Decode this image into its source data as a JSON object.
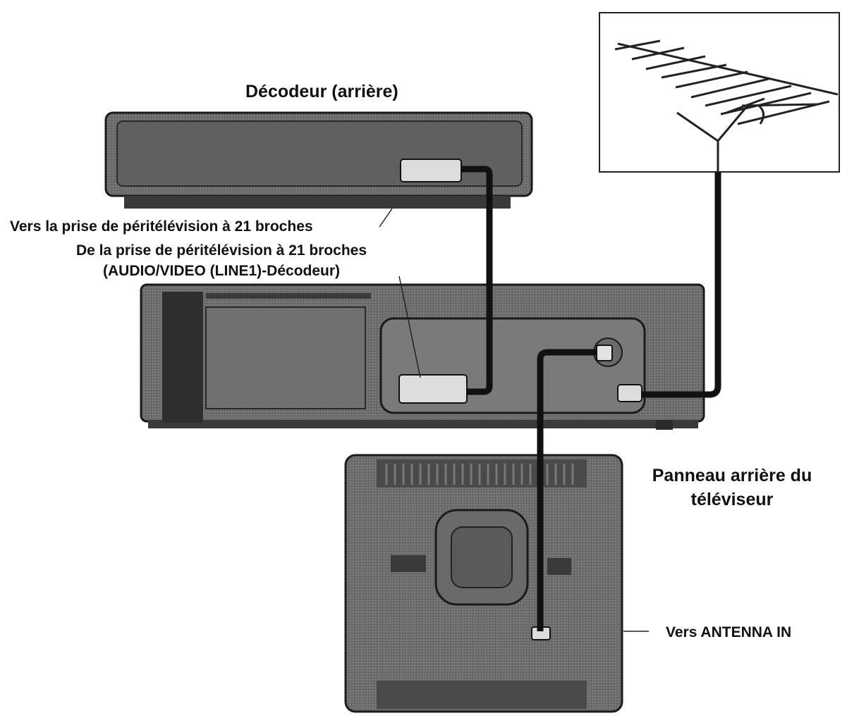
{
  "labels": {
    "decoder_rear": "Décodeur (arrière)",
    "to_scart": "Vers la prise de péritélévision à 21 broches",
    "from_scart": "De la prise de péritélévision à 21 broches",
    "line1_decoder": "(AUDIO/VIDEO (LINE1)-Décodeur)",
    "tv_rear_line1": "Panneau arrière du",
    "tv_rear_line2": "téléviseur",
    "to_antenna_in": "Vers ANTENNA IN"
  },
  "colors": {
    "device_fill": "#6e6e6e",
    "device_dark": "#3a3a3a",
    "cable": "#111111",
    "outline": "#1a1a1a",
    "panel_light": "#8a8a8a"
  },
  "icons": {
    "antenna": "yagi-antenna-icon",
    "decoder": "decoder-box-icon",
    "vcr": "vcr-rear-panel-icon",
    "tv": "tv-rear-panel-icon"
  }
}
